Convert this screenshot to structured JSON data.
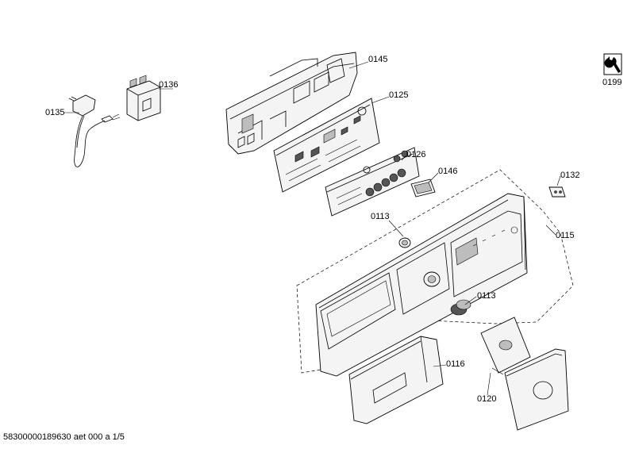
{
  "labels": {
    "p0135": "0135",
    "p0136": "0136",
    "p0145": "0145",
    "p0125": "0125",
    "p0126": "0126",
    "p0146": "0146",
    "p0132": "0132",
    "p0113_top": "0113",
    "p0115": "0115",
    "p0113_knob": "0113",
    "p0116": "0116",
    "p0120": "0120",
    "p0199": "0199"
  },
  "footer": "58300000189630 aet 000 a 1/5",
  "icons": [
    "service-tool-icon"
  ]
}
